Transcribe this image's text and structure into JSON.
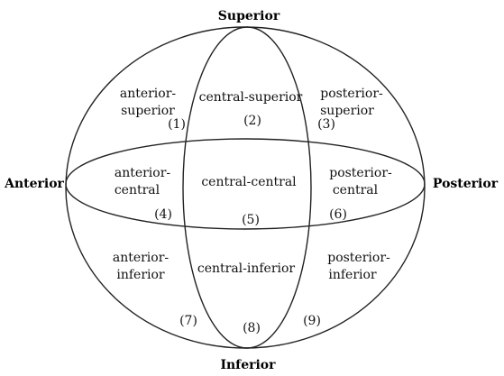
{
  "directions": {
    "superior": "Superior",
    "inferior": "Inferior",
    "anterior": "Anterior",
    "posterior": "Posterior"
  },
  "regions": [
    {
      "id": "anterior-superior",
      "lines": [
        "anterior-",
        "superior"
      ],
      "number": "(1)"
    },
    {
      "id": "central-superior",
      "lines": [
        "central-superior"
      ],
      "number": "(2)"
    },
    {
      "id": "posterior-superior",
      "lines": [
        "posterior-",
        "superior"
      ],
      "number": "(3)"
    },
    {
      "id": "anterior-central",
      "lines": [
        "anterior-",
        "central"
      ],
      "number": "(4)"
    },
    {
      "id": "central-central",
      "lines": [
        "central-central"
      ],
      "number": "(5)"
    },
    {
      "id": "posterior-central",
      "lines": [
        "posterior-",
        "central"
      ],
      "number": "(6)"
    },
    {
      "id": "anterior-inferior",
      "lines": [
        "anterior-",
        "inferior"
      ],
      "number": "(7)"
    },
    {
      "id": "central-inferior",
      "lines": [
        "central-inferior"
      ],
      "number": "(8)"
    },
    {
      "id": "posterior-inferior",
      "lines": [
        "posterior-",
        "inferior"
      ],
      "number": "(9)"
    }
  ]
}
